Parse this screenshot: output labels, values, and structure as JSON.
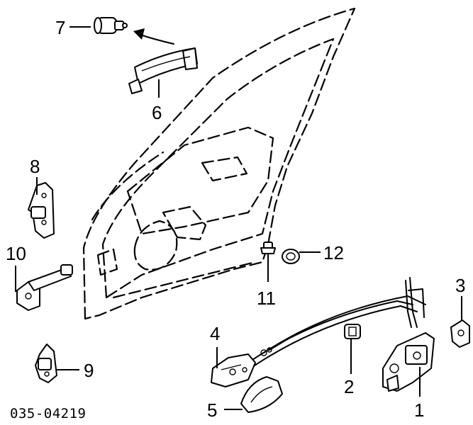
{
  "diagram_code": "035-04219",
  "callouts": {
    "c1": "1",
    "c2": "2",
    "c3": "3",
    "c4": "4",
    "c5": "5",
    "c6": "6",
    "c7": "7",
    "c8": "8",
    "c9": "9",
    "c10": "10",
    "c11": "11",
    "c12": "12"
  }
}
